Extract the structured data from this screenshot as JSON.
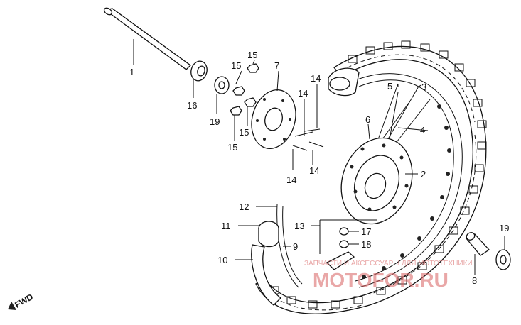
{
  "callouts": [
    {
      "id": "1",
      "text": "1"
    },
    {
      "id": "2",
      "text": "2"
    },
    {
      "id": "3",
      "text": "3"
    },
    {
      "id": "4",
      "text": "4"
    },
    {
      "id": "5",
      "text": "5"
    },
    {
      "id": "6",
      "text": "6"
    },
    {
      "id": "7",
      "text": "7"
    },
    {
      "id": "8",
      "text": "8"
    },
    {
      "id": "9",
      "text": "9"
    },
    {
      "id": "10",
      "text": "10"
    },
    {
      "id": "11",
      "text": "11"
    },
    {
      "id": "12",
      "text": "12"
    },
    {
      "id": "13",
      "text": "13"
    },
    {
      "id": "14a",
      "text": "14"
    },
    {
      "id": "14b",
      "text": "14"
    },
    {
      "id": "14c",
      "text": "14"
    },
    {
      "id": "14d",
      "text": "14"
    },
    {
      "id": "15a",
      "text": "15"
    },
    {
      "id": "15b",
      "text": "15"
    },
    {
      "id": "15c",
      "text": "15"
    },
    {
      "id": "15d",
      "text": "15"
    },
    {
      "id": "16",
      "text": "16"
    },
    {
      "id": "17",
      "text": "17"
    },
    {
      "id": "18",
      "text": "18"
    },
    {
      "id": "19a",
      "text": "19"
    },
    {
      "id": "19b",
      "text": "19"
    }
  ],
  "direction_label": "FWD",
  "watermark": {
    "line1": "ЗАПЧАСТИ И АКСЕССУАРЫ ДЛЯ МОТОТЕХНИКИ",
    "line2": "MOTOFOR.RU"
  },
  "colors": {
    "ink": "#111111",
    "watermark": "#d86060"
  }
}
